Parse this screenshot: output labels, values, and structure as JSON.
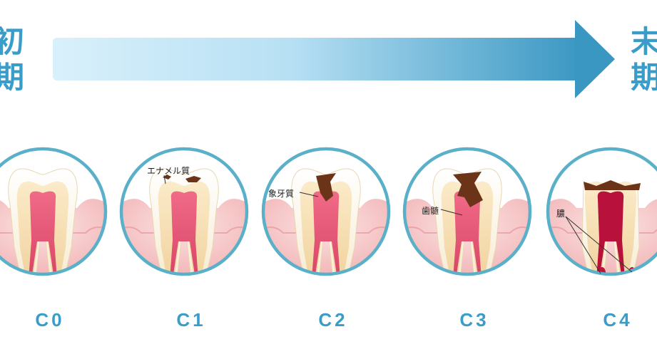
{
  "progression": {
    "start_label": [
      "初",
      "期"
    ],
    "end_label": [
      "末",
      "期"
    ],
    "arrow_color_start": "#d9f0fb",
    "arrow_color_end": "#3a97c2"
  },
  "stages": [
    {
      "code": "C0",
      "annotation": ""
    },
    {
      "code": "C1",
      "annotation": "エナメル質"
    },
    {
      "code": "C2",
      "annotation": "象牙質"
    },
    {
      "code": "C3",
      "annotation": "歯髄"
    },
    {
      "code": "C4",
      "annotation": "膿"
    }
  ],
  "colors": {
    "circle_border": "#5bb0c9",
    "gum": "#f2b3b3",
    "enamel": "#fbf4e4",
    "dentin": "#f4dcb2",
    "pulp": "#e35a77",
    "decay": "#6b3419",
    "pus": "#c2123a",
    "label_blue": "#3a9cc8"
  }
}
